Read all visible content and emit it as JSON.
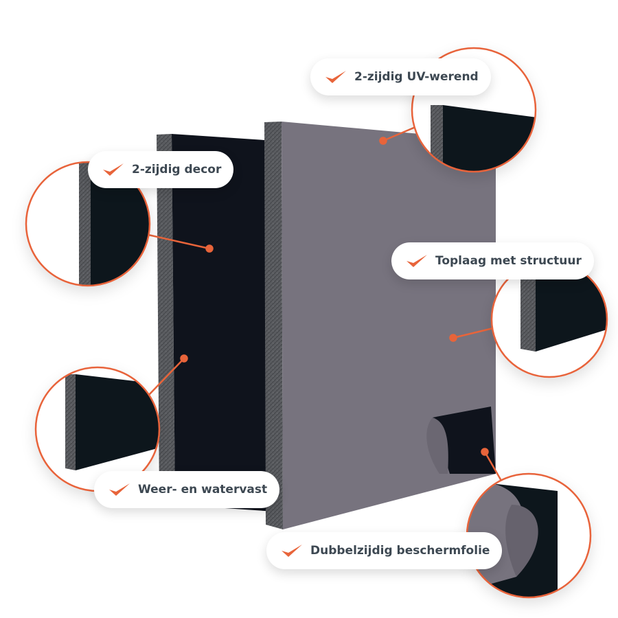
{
  "colors": {
    "accent": "#e8643a",
    "label_text": "#3d4852",
    "panel_face": "#77737e",
    "panel_dark": "#0f131c",
    "core": "#56585c"
  },
  "features": [
    {
      "id": "uv",
      "label": "2-zijdig UV-werend",
      "icon": "checkmark-icon"
    },
    {
      "id": "decor",
      "label": "2-zijdig decor",
      "icon": "checkmark-icon"
    },
    {
      "id": "toplaag",
      "label": "Toplaag met structuur",
      "icon": "checkmark-icon"
    },
    {
      "id": "weer",
      "label": "Weer- en watervast",
      "icon": "checkmark-icon"
    },
    {
      "id": "folie",
      "label": "Dubbelzijdig beschermfolie",
      "icon": "checkmark-icon"
    }
  ]
}
